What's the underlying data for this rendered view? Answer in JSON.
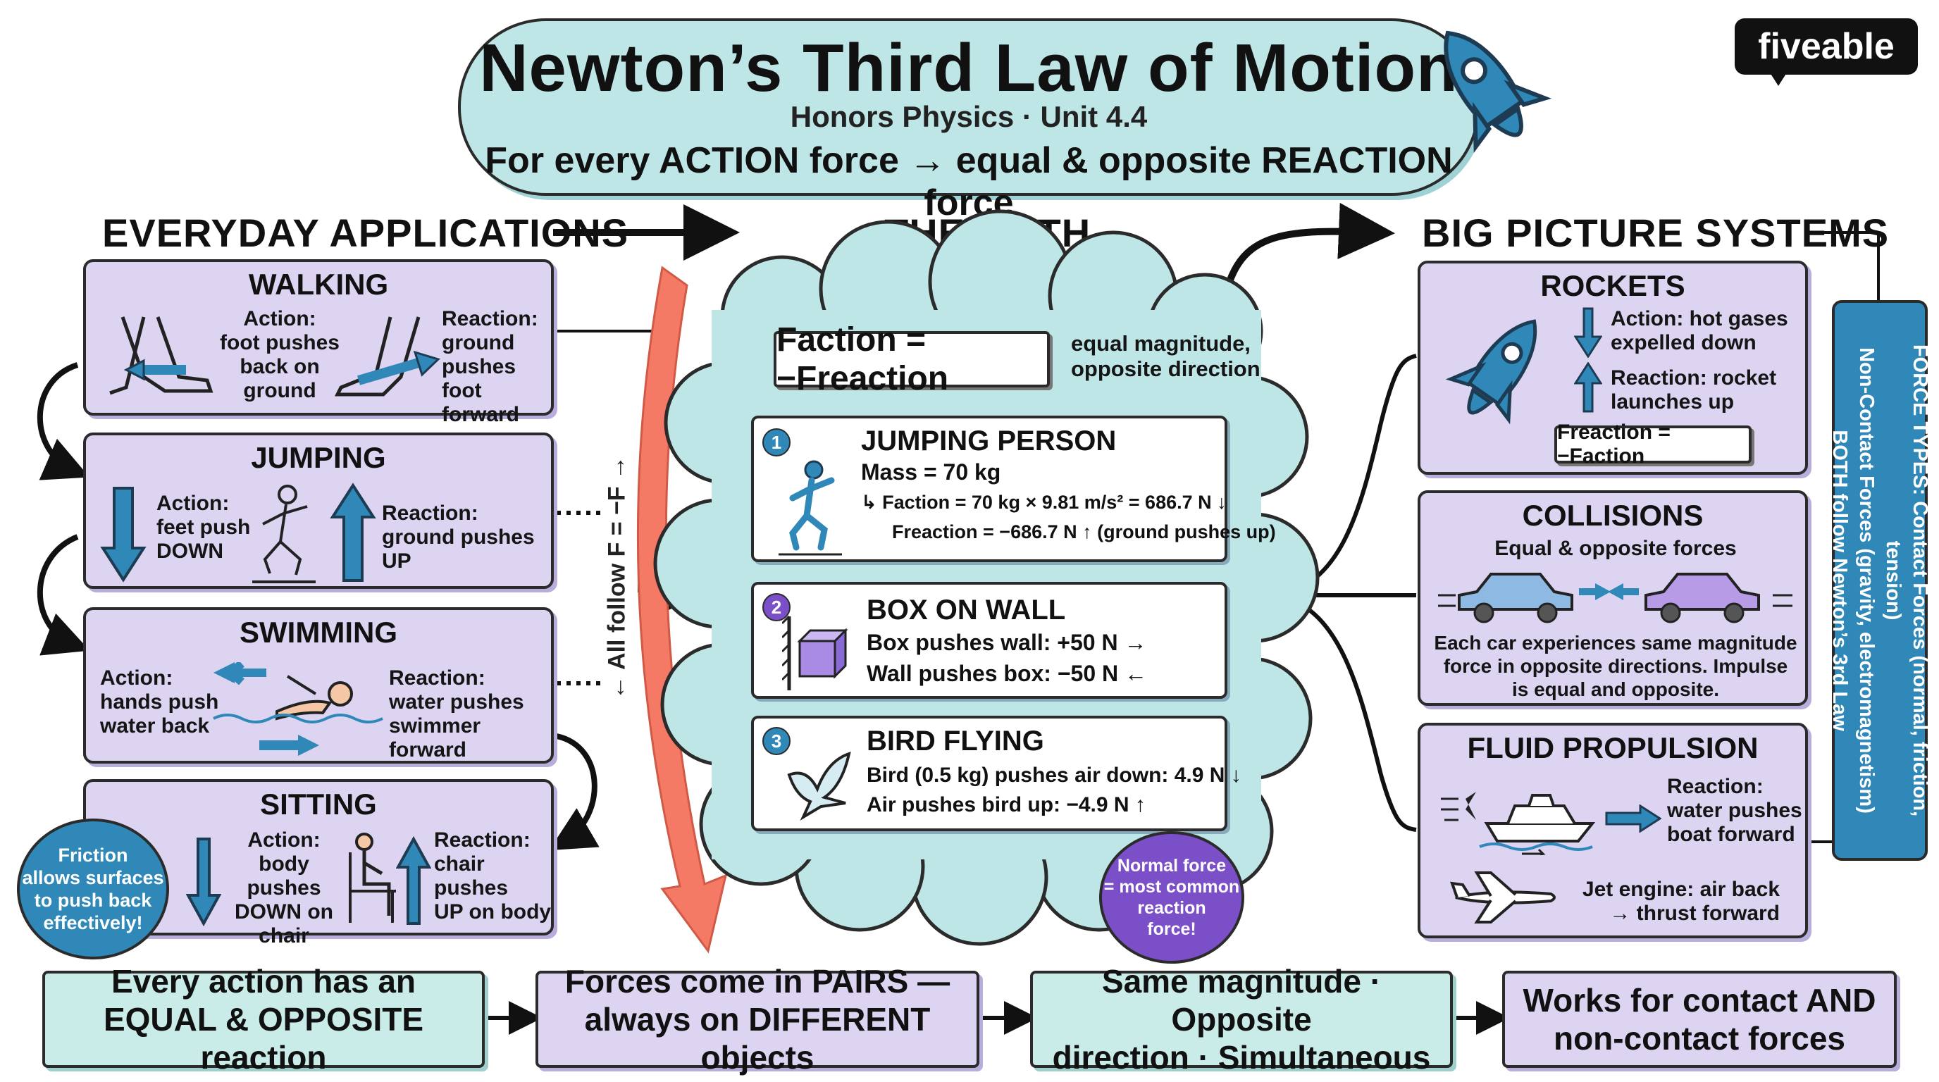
{
  "header": {
    "title": "Newton’s Third Law of Motion",
    "subtitle": "Honors Physics · Unit 4.4",
    "tagline": "For every ACTION force → equal & opposite REACTION force"
  },
  "brand": {
    "logo": "fiveable"
  },
  "sections": {
    "everyday": "EVERYDAY APPLICATIONS",
    "math": "THE MATH",
    "systems": "BIG PICTURE SYSTEMS"
  },
  "everyday": [
    {
      "title": "WALKING",
      "action": "Action:\nfoot pushes\nback on\nground",
      "reaction": "Reaction:\nground\npushes foot\nforward"
    },
    {
      "title": "JUMPING",
      "action": "Action:\nfeet push\nDOWN",
      "reaction": "Reaction:\nground pushes UP"
    },
    {
      "title": "SWIMMING",
      "action": "Action:\nhands push\nwater back",
      "reaction": "Reaction:\nwater pushes\nswimmer forward"
    },
    {
      "title": "SITTING",
      "action": "Action:\nbody pushes\nDOWN on\nchair",
      "reaction": "Reaction:\nchair pushes\nUP on body"
    }
  ],
  "friction_note": "Friction\nallows surfaces\nto push back\neffectively!",
  "all_follow": "← All follow F = −F →",
  "math": {
    "equation": "Faction = −Freaction",
    "eq_note": "equal magnitude,\nopposite direction",
    "examples": [
      {
        "num": "1",
        "title": "JUMPING PERSON",
        "line1": "Mass = 70 kg",
        "line2": "↳ Faction = 70 kg × 9.81 m/s² = 686.7 N ↓",
        "line3": "Freaction = −686.7 N ↑ (ground pushes up)"
      },
      {
        "num": "2",
        "title": "BOX ON WALL",
        "line1": "Box pushes wall: +50 N →",
        "line2": "Wall pushes box: −50 N ←"
      },
      {
        "num": "3",
        "title": "BIRD FLYING",
        "line1": "Bird (0.5 kg) pushes air down: 4.9 N ↓",
        "line2": "Air pushes bird up: −4.9 N ↑"
      }
    ],
    "normal_note": "Normal force\n= most common\nreaction\nforce!"
  },
  "systems": {
    "rockets": {
      "title": "ROCKETS",
      "action": "Action: hot gases\nexpelled down",
      "reaction": "Reaction: rocket\nlaunches up",
      "equation": "Freaction = −Faction"
    },
    "collisions": {
      "title": "COLLISIONS",
      "sub": "Equal & opposite forces",
      "desc": "Each car experiences same magnitude\nforce in opposite directions. Impulse\nis equal and opposite."
    },
    "fluid": {
      "title": "FLUID PROPULSION",
      "boat": "Reaction:\nwater pushes\nboat forward",
      "jet": "Jet engine: air back\n→ thrust forward"
    }
  },
  "force_types": "FORCE TYPES: Contact Forces (normal, friction, tension)\nNon-Contact Forces (gravity, electromagnetism)\nBOTH follow Newton’s 3rd Law",
  "summary": [
    "Every action has an\nEQUAL & OPPOSITE reaction",
    "Forces come in PAIRS —\nalways on DIFFERENT objects",
    "Same magnitude · Opposite\ndirection · Simultaneous",
    "Works for contact AND\nnon-contact forces"
  ],
  "colors": {
    "teal": "#bfe6e6",
    "lavender": "#dcd4f1",
    "blue": "#2f88b8",
    "purple": "#7a4fc7",
    "coral": "#f47a66"
  }
}
